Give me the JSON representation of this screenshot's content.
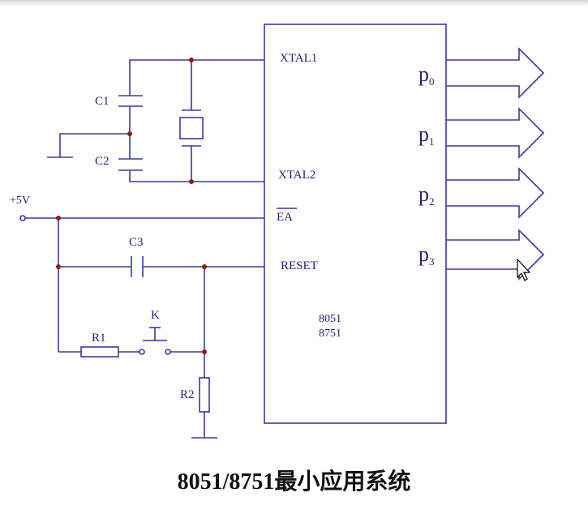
{
  "labels": {
    "xtal1": "XTAL1",
    "xtal2": "XTAL2",
    "ea": "EA",
    "reset": "RESET",
    "chip_line1": "8051",
    "chip_line2": "8751",
    "c1": "C1",
    "c2": "C2",
    "c3": "C3",
    "r1": "R1",
    "r2": "R2",
    "k": "K",
    "vcc": "+5V"
  },
  "ports": [
    {
      "prefix": "p",
      "sub": "0"
    },
    {
      "prefix": "p",
      "sub": "1"
    },
    {
      "prefix": "p",
      "sub": "2"
    },
    {
      "prefix": "p",
      "sub": "3"
    }
  ],
  "caption": "8051/8751最小应用系统",
  "colors": {
    "wire": "#3a3a9a",
    "junction": "#8b1a1a",
    "text": "#23237a"
  }
}
